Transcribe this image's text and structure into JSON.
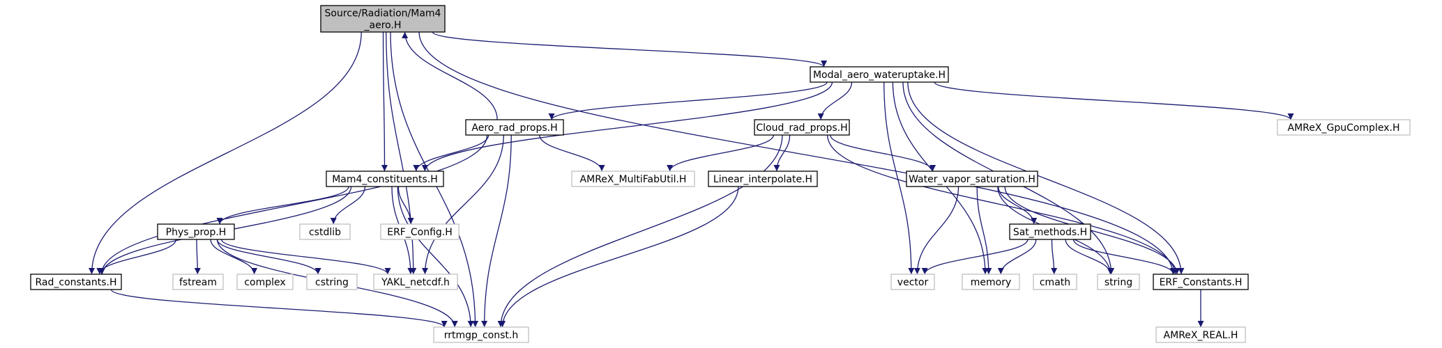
{
  "colors": {
    "edge": "#191970",
    "node_border": "#000000",
    "node_fill": "#ffffff",
    "external_border": "#bfbfbf",
    "root_fill": "#bfbfbf",
    "text": "#000000"
  },
  "nodes": {
    "root": {
      "lines": [
        "Source/Radiation/Mam4",
        "_aero.H"
      ],
      "kind": "root"
    },
    "modal": {
      "lines": [
        "Modal_aero_wateruptake.H"
      ],
      "kind": "file"
    },
    "aero": {
      "lines": [
        "Aero_rad_props.H"
      ],
      "kind": "file"
    },
    "cloud": {
      "lines": [
        "Cloud_rad_props.H"
      ],
      "kind": "file"
    },
    "gpucomplex": {
      "lines": [
        "AMReX_GpuComplex.H"
      ],
      "kind": "external"
    },
    "mam4c": {
      "lines": [
        "Mam4_constituents.H"
      ],
      "kind": "file"
    },
    "multifab": {
      "lines": [
        "AMReX_MultiFabUtil.H"
      ],
      "kind": "external"
    },
    "linear": {
      "lines": [
        "Linear_interpolate.H"
      ],
      "kind": "file"
    },
    "wvs": {
      "lines": [
        "Water_vapor_saturation.H"
      ],
      "kind": "file"
    },
    "cstdlib": {
      "lines": [
        "cstdlib"
      ],
      "kind": "external"
    },
    "erfconfig": {
      "lines": [
        "ERF_Config.H"
      ],
      "kind": "external"
    },
    "physprop": {
      "lines": [
        "Phys_prop.H"
      ],
      "kind": "file"
    },
    "satmethods": {
      "lines": [
        "Sat_methods.H"
      ],
      "kind": "file"
    },
    "radconst": {
      "lines": [
        "Rad_constants.H"
      ],
      "kind": "file"
    },
    "fstream": {
      "lines": [
        "fstream"
      ],
      "kind": "external"
    },
    "complex": {
      "lines": [
        "complex"
      ],
      "kind": "external"
    },
    "cstring": {
      "lines": [
        "cstring"
      ],
      "kind": "external"
    },
    "yakl": {
      "lines": [
        "YAKL_netcdf.h"
      ],
      "kind": "external"
    },
    "vector": {
      "lines": [
        "vector"
      ],
      "kind": "external"
    },
    "memory": {
      "lines": [
        "memory"
      ],
      "kind": "external"
    },
    "cmath": {
      "lines": [
        "cmath"
      ],
      "kind": "external"
    },
    "string": {
      "lines": [
        "string"
      ],
      "kind": "external"
    },
    "erfconst": {
      "lines": [
        "ERF_Constants.H"
      ],
      "kind": "file"
    },
    "rrtmgp": {
      "lines": [
        "rrtmgp_const.h"
      ],
      "kind": "external"
    },
    "amrexreal": {
      "lines": [
        "AMReX_REAL.H"
      ],
      "kind": "external"
    }
  },
  "edges": [
    [
      "root",
      "modal"
    ],
    [
      "root",
      "mam4c"
    ],
    [
      "root",
      "radconst"
    ],
    [
      "root",
      "rrtmgp"
    ],
    [
      "root",
      "yakl"
    ],
    [
      "root",
      "erfconst"
    ],
    [
      "aero",
      "root"
    ],
    [
      "aero",
      "mam4c"
    ],
    [
      "aero",
      "radconst"
    ],
    [
      "aero",
      "multifab"
    ],
    [
      "aero",
      "yakl"
    ],
    [
      "aero",
      "rrtmgp"
    ],
    [
      "modal",
      "aero"
    ],
    [
      "modal",
      "cloud"
    ],
    [
      "modal",
      "gpucomplex"
    ],
    [
      "modal",
      "mam4c"
    ],
    [
      "modal",
      "vector"
    ],
    [
      "modal",
      "memory"
    ],
    [
      "modal",
      "string"
    ],
    [
      "modal",
      "erfconst"
    ],
    [
      "cloud",
      "multifab"
    ],
    [
      "cloud",
      "linear"
    ],
    [
      "cloud",
      "wvs"
    ],
    [
      "cloud",
      "rrtmgp"
    ],
    [
      "cloud",
      "erfconst"
    ],
    [
      "mam4c",
      "physprop"
    ],
    [
      "mam4c",
      "radconst"
    ],
    [
      "mam4c",
      "cstdlib"
    ],
    [
      "mam4c",
      "erfconfig"
    ],
    [
      "mam4c",
      "yakl"
    ],
    [
      "mam4c",
      "rrtmgp"
    ],
    [
      "linear",
      "rrtmgp"
    ],
    [
      "wvs",
      "satmethods"
    ],
    [
      "wvs",
      "vector"
    ],
    [
      "wvs",
      "memory"
    ],
    [
      "wvs",
      "string"
    ],
    [
      "wvs",
      "erfconst"
    ],
    [
      "physprop",
      "radconst"
    ],
    [
      "physprop",
      "fstream"
    ],
    [
      "physprop",
      "complex"
    ],
    [
      "physprop",
      "cstring"
    ],
    [
      "physprop",
      "yakl"
    ],
    [
      "physprop",
      "rrtmgp"
    ],
    [
      "satmethods",
      "vector"
    ],
    [
      "satmethods",
      "memory"
    ],
    [
      "satmethods",
      "cmath"
    ],
    [
      "satmethods",
      "string"
    ],
    [
      "satmethods",
      "erfconst"
    ],
    [
      "radconst",
      "rrtmgp"
    ],
    [
      "erfconst",
      "amrexreal"
    ]
  ]
}
